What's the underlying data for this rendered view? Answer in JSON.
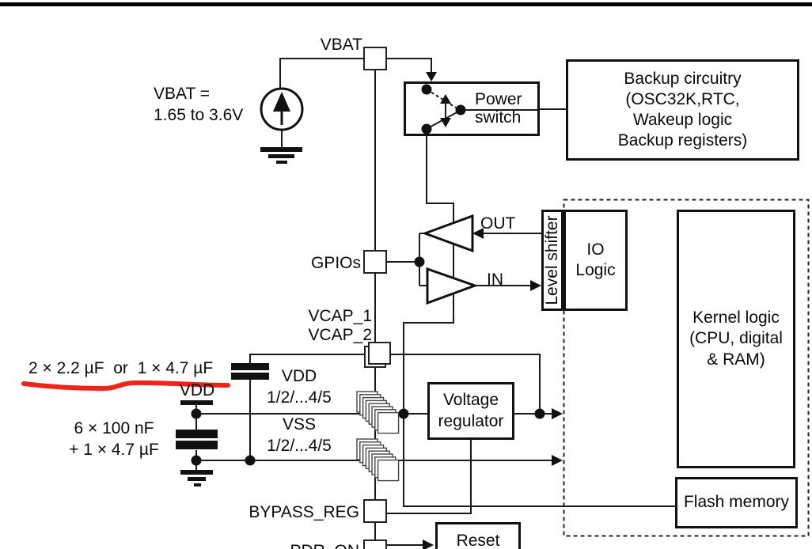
{
  "figure": {
    "pins": {
      "vbat": "VBAT",
      "gpios": "GPIOs",
      "vcap1": "VCAP_1",
      "vcap2": "VCAP_2",
      "vdd_line1": "VDD",
      "vdd_line2": "1/2/...4/5",
      "vss_line1": "VSS",
      "vss_line2": "1/2/...4/5",
      "bypass_reg": "BYPASS_REG",
      "pdr_on": "PDR_ON"
    },
    "blocks": {
      "power_switch_line1": "Power",
      "power_switch_line2": "switch",
      "backup_line1": "Backup circuitry",
      "backup_line2": "(OSC32K,RTC,",
      "backup_line3": "Wakeup logic",
      "backup_line4": "Backup registers)",
      "level_shifter": "Level shifter",
      "io_logic_line1": "IO",
      "io_logic_line2": "Logic",
      "kernel_line1": "Kernel logic",
      "kernel_line2": "(CPU, digital",
      "kernel_line3": "& RAM)",
      "regulator_line1": "Voltage",
      "regulator_line2": "regulator",
      "flash": "Flash memory",
      "reset": "Reset"
    },
    "signals": {
      "out": "OUT",
      "in": "IN"
    },
    "annotations": {
      "vbat_source_line1": "VBAT =",
      "vbat_source_line2": "1.65 to 3.6V",
      "vcap_value": "2 × 2.2 µF  or  1 × 4.7 µF",
      "vdd_rail": "VDD",
      "decoupling_line1": "6 × 100 nF",
      "decoupling_line2": "+ 1 × 4.7 µF",
      "highlight_color": "#ee2418"
    }
  }
}
